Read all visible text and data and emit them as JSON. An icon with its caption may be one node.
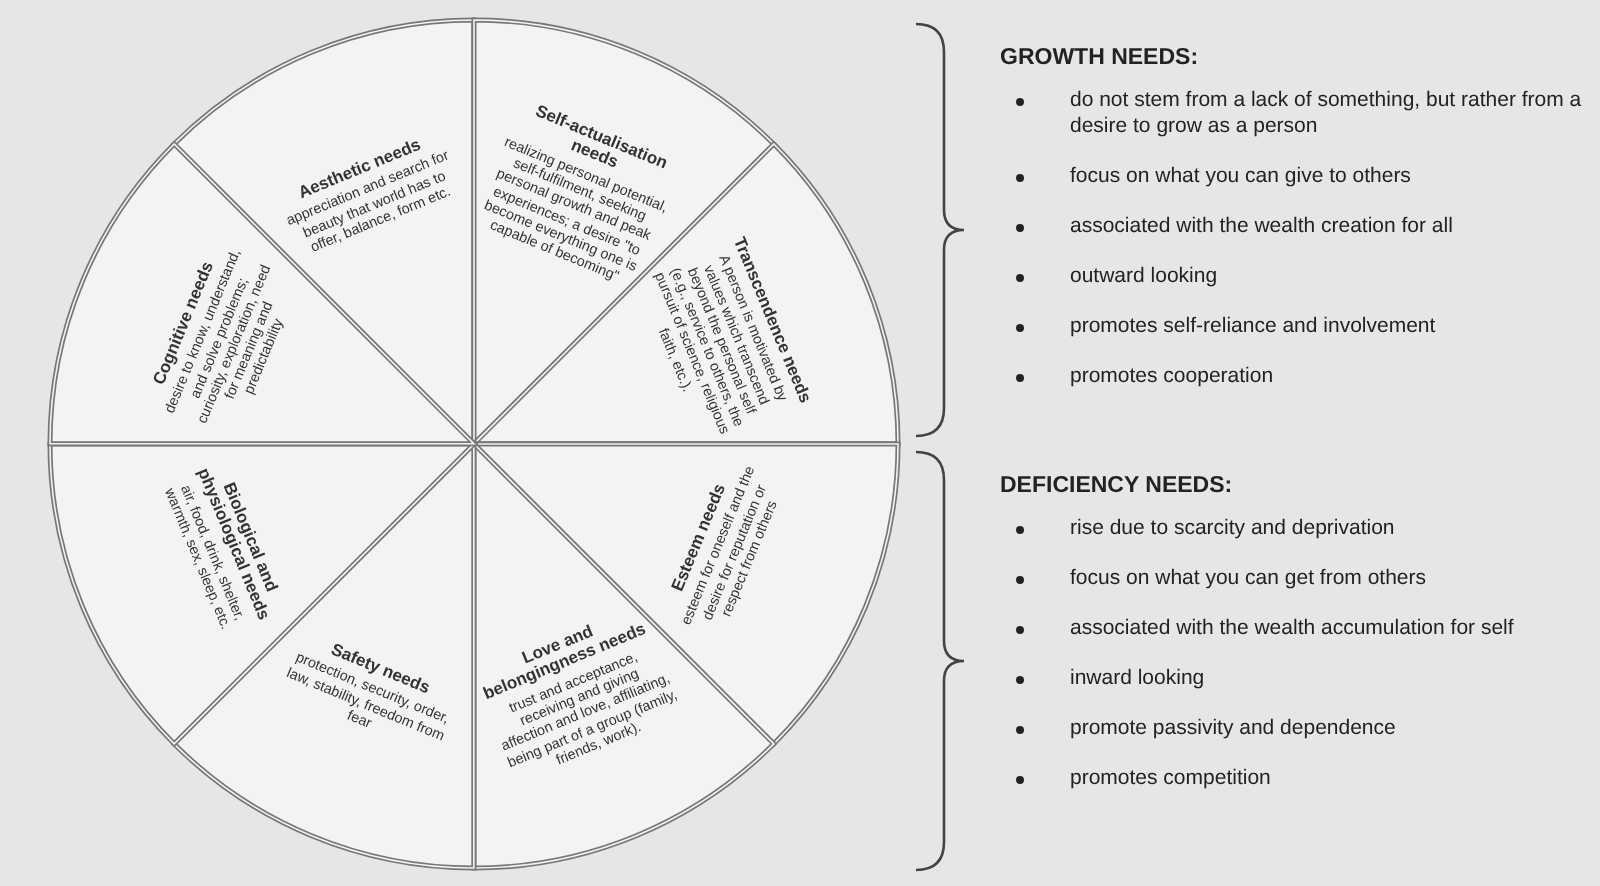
{
  "diagram": {
    "nodes": [
      {
        "text": [
          "Aesthetic needs",
          "appreciation and search for beauty that world has to offer, balance, form etc."
        ]
      },
      {
        "text": [
          "Self-actualisation needs",
          "realizing personal potential, self-fulfilment, seeking personal growth and peak experiences; a desire \"to become everything one is capable of becoming\""
        ]
      },
      {
        "text": [
          "Transcendence needs",
          "A person is motivated by values which transcend beyond the personal self (e.g., service to others, the pursuit of science, religious faith, etc.)."
        ]
      },
      {
        "text": [
          "Esteem needs",
          "esteem for oneself and the desire for reputation or respect from others"
        ]
      },
      {
        "text": [
          "Love and belongingness needs",
          "trust and acceptance, receiving and giving affection and love, affiliating, being part of a group (family, friends, work)."
        ]
      },
      {
        "text": [
          "Safety needs",
          "protection, security, order, law, stability, freedom from fear"
        ]
      },
      {
        "text": [
          "Biological and physiological needs",
          "air, food, drink, shelter, warmth, sex, sleep, etc."
        ]
      },
      {
        "text": [
          "Cognitive needs",
          "desire to know, understand, and solve problems; curiosity, exploration, need for meaning and predictability"
        ]
      }
    ],
    "edges": [],
    "labels": [
      "GROWTH NEEDS:",
      "do not stem from a lack of something, but rather from a desire to grow as a person",
      "focus on what you can give to others",
      "associated with the wealth creation for all",
      "outward looking",
      "promotes self-reliance and involvement",
      "promotes cooperation",
      "DEFICIENCY NEEDS:",
      "rise due to scarcity and deprivation",
      "focus on what you can get from others",
      "associated with the wealth accumulation for self",
      "inward looking",
      "promote passivity and dependence",
      "promotes competition"
    ]
  }
}
